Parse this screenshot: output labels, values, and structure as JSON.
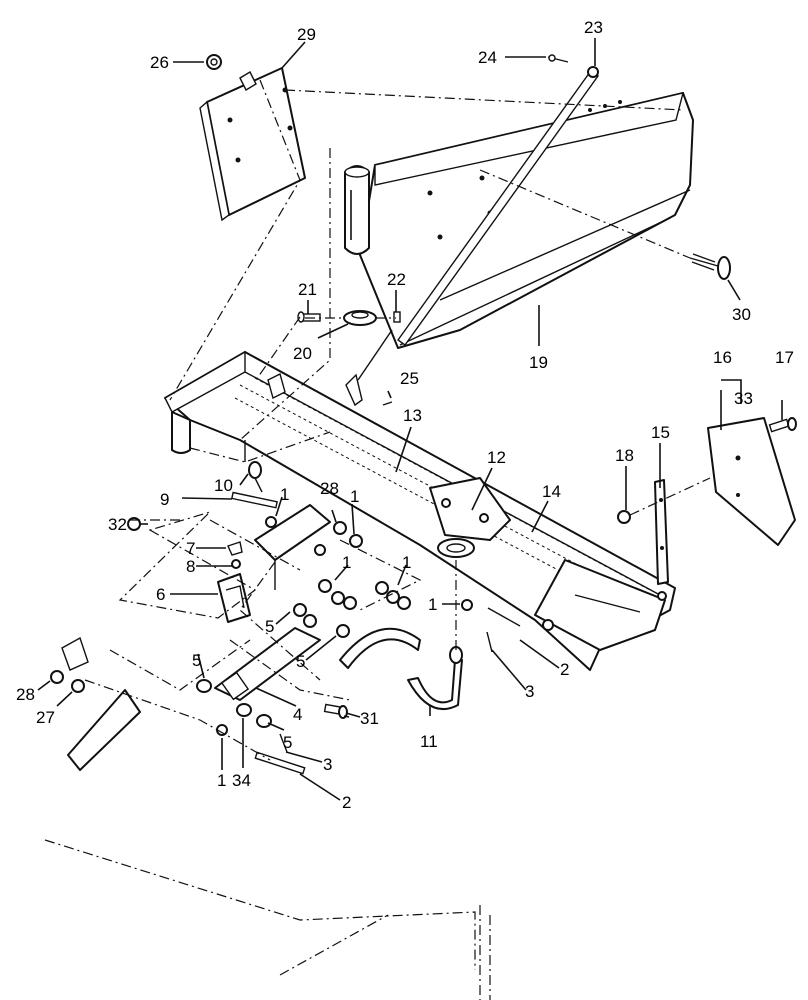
{
  "callouts": [
    {
      "id": "c1a",
      "text": "1"
    },
    {
      "id": "c1b",
      "text": "1"
    },
    {
      "id": "c1c",
      "text": "1"
    },
    {
      "id": "c1d",
      "text": "1"
    },
    {
      "id": "c1e",
      "text": "1"
    },
    {
      "id": "c1f",
      "text": "1"
    },
    {
      "id": "c2a",
      "text": "2"
    },
    {
      "id": "c2b",
      "text": "2"
    },
    {
      "id": "c3a",
      "text": "3"
    },
    {
      "id": "c3b",
      "text": "3"
    },
    {
      "id": "c4",
      "text": "4"
    },
    {
      "id": "c5a",
      "text": "5"
    },
    {
      "id": "c5b",
      "text": "5"
    },
    {
      "id": "c5c",
      "text": "5"
    },
    {
      "id": "c5d",
      "text": "5"
    },
    {
      "id": "c6",
      "text": "6"
    },
    {
      "id": "c7",
      "text": "7"
    },
    {
      "id": "c8",
      "text": "8"
    },
    {
      "id": "c9",
      "text": "9"
    },
    {
      "id": "c10",
      "text": "10"
    },
    {
      "id": "c11",
      "text": "11"
    },
    {
      "id": "c12",
      "text": "12"
    },
    {
      "id": "c13",
      "text": "13"
    },
    {
      "id": "c14",
      "text": "14"
    },
    {
      "id": "c15",
      "text": "15"
    },
    {
      "id": "c16",
      "text": "16"
    },
    {
      "id": "c17",
      "text": "17"
    },
    {
      "id": "c18",
      "text": "18"
    },
    {
      "id": "c19",
      "text": "19"
    },
    {
      "id": "c20",
      "text": "20"
    },
    {
      "id": "c21",
      "text": "21"
    },
    {
      "id": "c22",
      "text": "22"
    },
    {
      "id": "c23",
      "text": "23"
    },
    {
      "id": "c24",
      "text": "24"
    },
    {
      "id": "c25",
      "text": "25"
    },
    {
      "id": "c26",
      "text": "26"
    },
    {
      "id": "c27",
      "text": "27"
    },
    {
      "id": "c28a",
      "text": "28"
    },
    {
      "id": "c28b",
      "text": "28"
    },
    {
      "id": "c29",
      "text": "29"
    },
    {
      "id": "c30",
      "text": "30"
    },
    {
      "id": "c31",
      "text": "31"
    },
    {
      "id": "c32",
      "text": "32"
    },
    {
      "id": "c33",
      "text": "33"
    },
    {
      "id": "c34",
      "text": "34"
    }
  ]
}
